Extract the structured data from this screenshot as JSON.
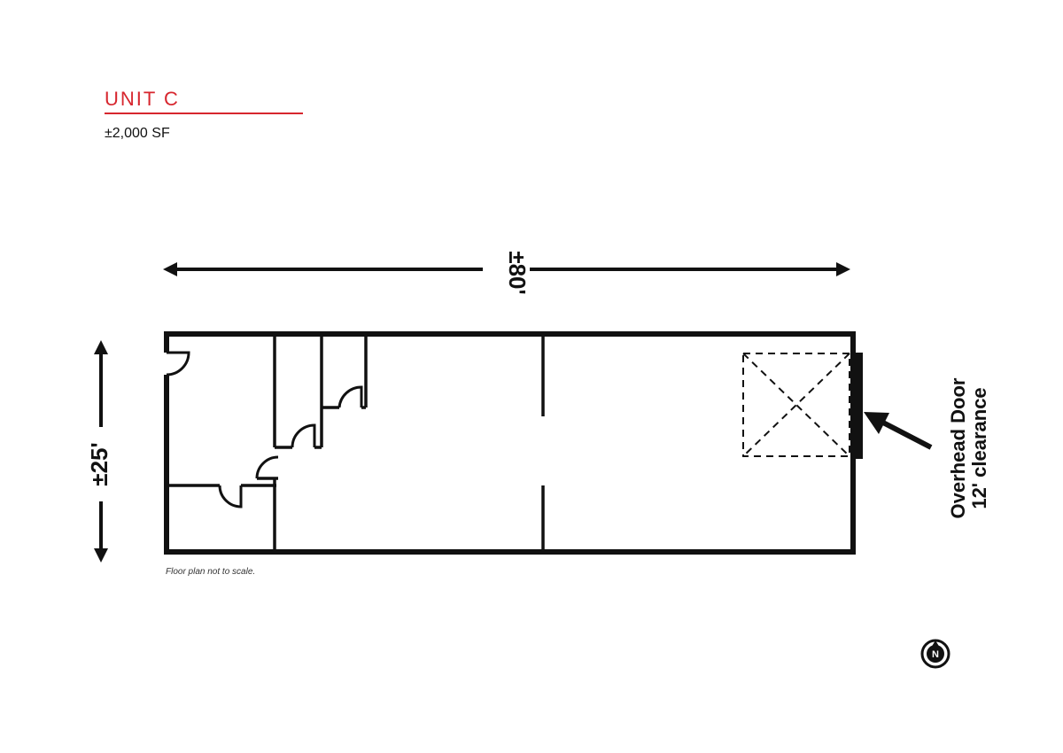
{
  "header": {
    "title": "UNIT C",
    "area": "±2,000 SF"
  },
  "plan": {
    "width_dimension": "±80'",
    "depth_dimension": "±25'",
    "overhead_door_label": "Overhead Door",
    "overhead_door_clearance": "12' clearance",
    "note": "Floor plan not to scale.",
    "north_indicator": "N"
  },
  "colors": {
    "accent": "#d7262e",
    "lines": "#111111"
  },
  "icons": {
    "north_arrow": "north-arrow-icon"
  }
}
